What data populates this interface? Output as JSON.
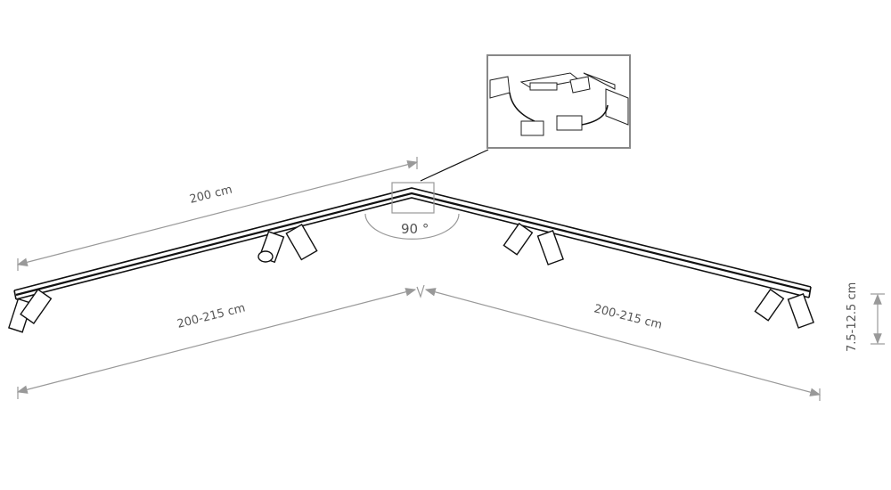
{
  "dimensions": {
    "rail_length": "200 cm",
    "left_span": "200-215 cm",
    "right_span": "200-215 cm",
    "height": "7.5-12.5 cm",
    "angle": "90 °"
  },
  "colors": {
    "line": "#111111",
    "dimension": "#999999",
    "text": "#555555"
  }
}
